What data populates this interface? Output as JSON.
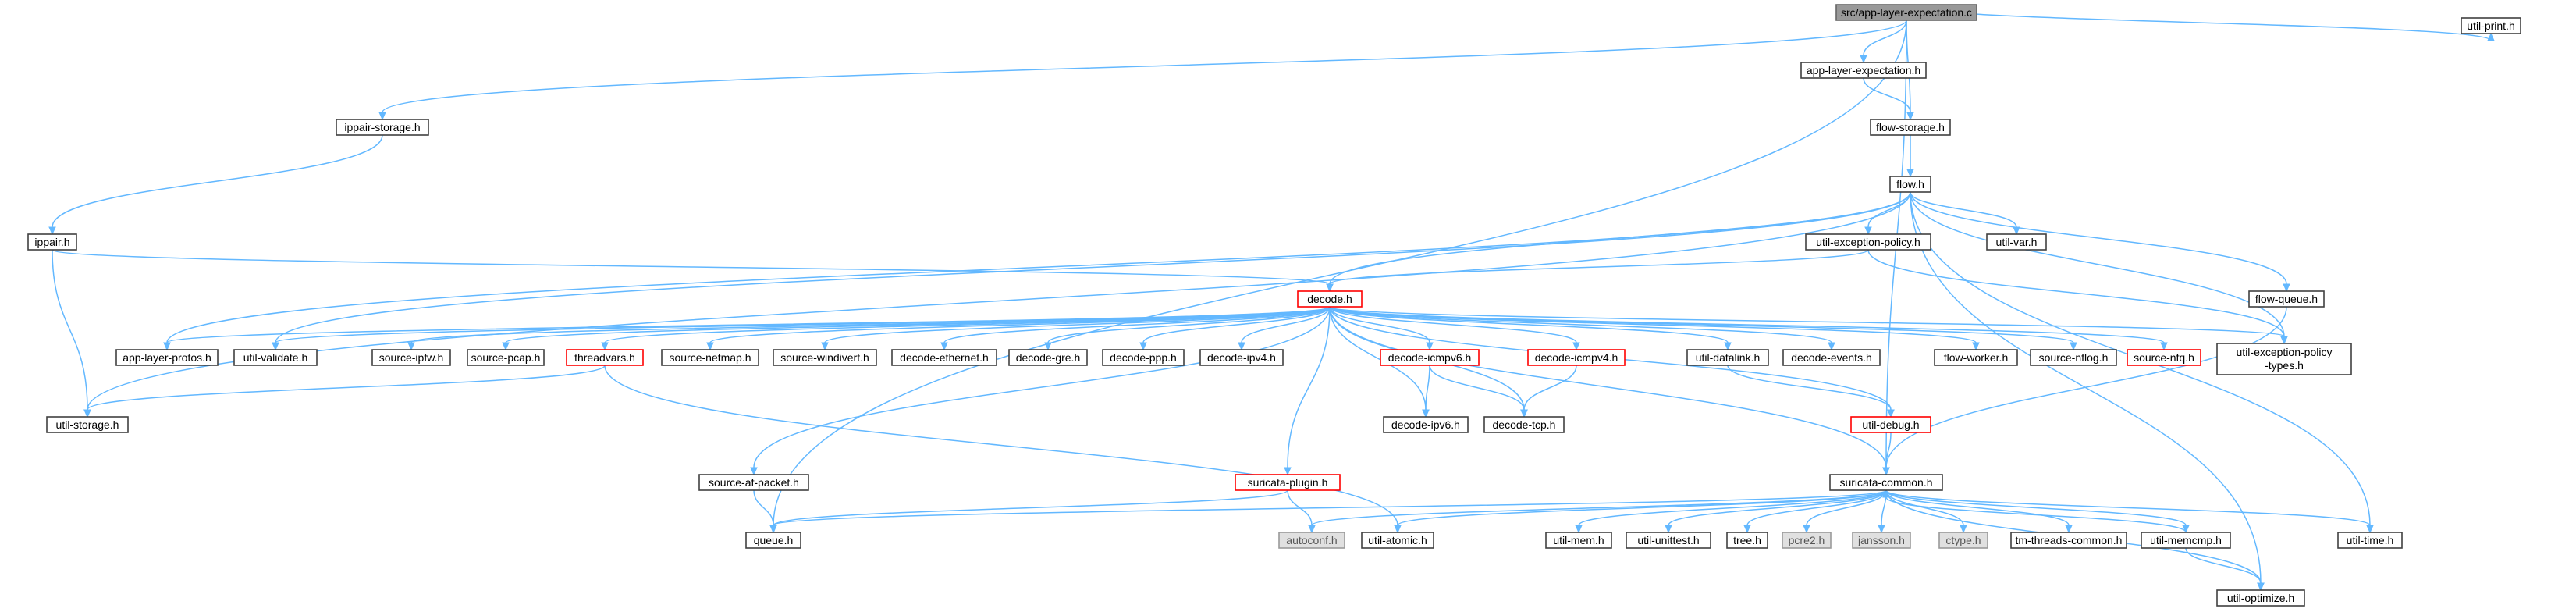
{
  "graph": {
    "colors": {
      "edge": "#63b8ff",
      "root_fill": "#999999",
      "node_border": "#404040",
      "truncated_border": "#ff0000",
      "external_fill": "#e0e0e0"
    },
    "nodes": [
      {
        "id": "root",
        "label": "src/app-layer-expectation.c",
        "kind": "root"
      },
      {
        "id": "ale_h",
        "label": "app-layer-expectation.h",
        "kind": "normal"
      },
      {
        "id": "util_print",
        "label": "util-print.h",
        "kind": "normal"
      },
      {
        "id": "ippair_storage",
        "label": "ippair-storage.h",
        "kind": "normal"
      },
      {
        "id": "flow_storage",
        "label": "flow-storage.h",
        "kind": "normal"
      },
      {
        "id": "flow_h",
        "label": "flow.h",
        "kind": "normal"
      },
      {
        "id": "ippair_h",
        "label": "ippair.h",
        "kind": "normal"
      },
      {
        "id": "uep_h",
        "label": "util-exception-policy.h",
        "kind": "normal"
      },
      {
        "id": "util_var",
        "label": "util-var.h",
        "kind": "normal"
      },
      {
        "id": "flow_queue",
        "label": "flow-queue.h",
        "kind": "normal"
      },
      {
        "id": "decode_h",
        "label": "decode.h",
        "kind": "trunc"
      },
      {
        "id": "alp_h",
        "label": "app-layer-protos.h",
        "kind": "normal"
      },
      {
        "id": "util_validate",
        "label": "util-validate.h",
        "kind": "normal"
      },
      {
        "id": "source_ipfw",
        "label": "source-ipfw.h",
        "kind": "normal"
      },
      {
        "id": "source_pcap",
        "label": "source-pcap.h",
        "kind": "normal"
      },
      {
        "id": "threadvars",
        "label": "threadvars.h",
        "kind": "trunc"
      },
      {
        "id": "source_netmap",
        "label": "source-netmap.h",
        "kind": "normal"
      },
      {
        "id": "source_windivert",
        "label": "source-windivert.h",
        "kind": "normal"
      },
      {
        "id": "decode_ethernet",
        "label": "decode-ethernet.h",
        "kind": "normal"
      },
      {
        "id": "decode_gre",
        "label": "decode-gre.h",
        "kind": "normal"
      },
      {
        "id": "decode_ppp",
        "label": "decode-ppp.h",
        "kind": "normal"
      },
      {
        "id": "decode_ipv4",
        "label": "decode-ipv4.h",
        "kind": "normal"
      },
      {
        "id": "decode_icmpv6",
        "label": "decode-icmpv6.h",
        "kind": "trunc"
      },
      {
        "id": "decode_icmpv4",
        "label": "decode-icmpv4.h",
        "kind": "trunc"
      },
      {
        "id": "util_datalink",
        "label": "util-datalink.h",
        "kind": "normal"
      },
      {
        "id": "decode_events",
        "label": "decode-events.h",
        "kind": "normal"
      },
      {
        "id": "flow_worker",
        "label": "flow-worker.h",
        "kind": "normal"
      },
      {
        "id": "source_nflog",
        "label": "source-nflog.h",
        "kind": "normal"
      },
      {
        "id": "source_nfq",
        "label": "source-nfq.h",
        "kind": "trunc"
      },
      {
        "id": "uep_types",
        "label": "util-exception-policy-types.h",
        "lines": [
          "util-exception-policy",
          "-types.h"
        ],
        "kind": "normal"
      },
      {
        "id": "util_storage",
        "label": "util-storage.h",
        "kind": "normal"
      },
      {
        "id": "decode_ipv6",
        "label": "decode-ipv6.h",
        "kind": "normal"
      },
      {
        "id": "decode_tcp",
        "label": "decode-tcp.h",
        "kind": "normal"
      },
      {
        "id": "util_debug",
        "label": "util-debug.h",
        "kind": "trunc"
      },
      {
        "id": "source_af_packet",
        "label": "source-af-packet.h",
        "kind": "normal"
      },
      {
        "id": "suricata_plugin",
        "label": "suricata-plugin.h",
        "kind": "trunc"
      },
      {
        "id": "suricata_common",
        "label": "suricata-common.h",
        "kind": "normal"
      },
      {
        "id": "queue_h",
        "label": "queue.h",
        "kind": "normal"
      },
      {
        "id": "autoconf",
        "label": "autoconf.h",
        "kind": "ext"
      },
      {
        "id": "util_atomic",
        "label": "util-atomic.h",
        "kind": "normal"
      },
      {
        "id": "util_mem",
        "label": "util-mem.h",
        "kind": "normal"
      },
      {
        "id": "util_unittest",
        "label": "util-unittest.h",
        "kind": "normal"
      },
      {
        "id": "tree_h",
        "label": "tree.h",
        "kind": "normal"
      },
      {
        "id": "pcre2",
        "label": "pcre2.h",
        "kind": "ext"
      },
      {
        "id": "jansson",
        "label": "jansson.h",
        "kind": "ext"
      },
      {
        "id": "ctype",
        "label": "ctype.h",
        "kind": "ext"
      },
      {
        "id": "tm_threads_common",
        "label": "tm-threads-common.h",
        "kind": "normal"
      },
      {
        "id": "util_memcmp",
        "label": "util-memcmp.h",
        "kind": "normal"
      },
      {
        "id": "util_time",
        "label": "util-time.h",
        "kind": "normal"
      },
      {
        "id": "util_optimize",
        "label": "util-optimize.h",
        "kind": "normal"
      }
    ]
  }
}
